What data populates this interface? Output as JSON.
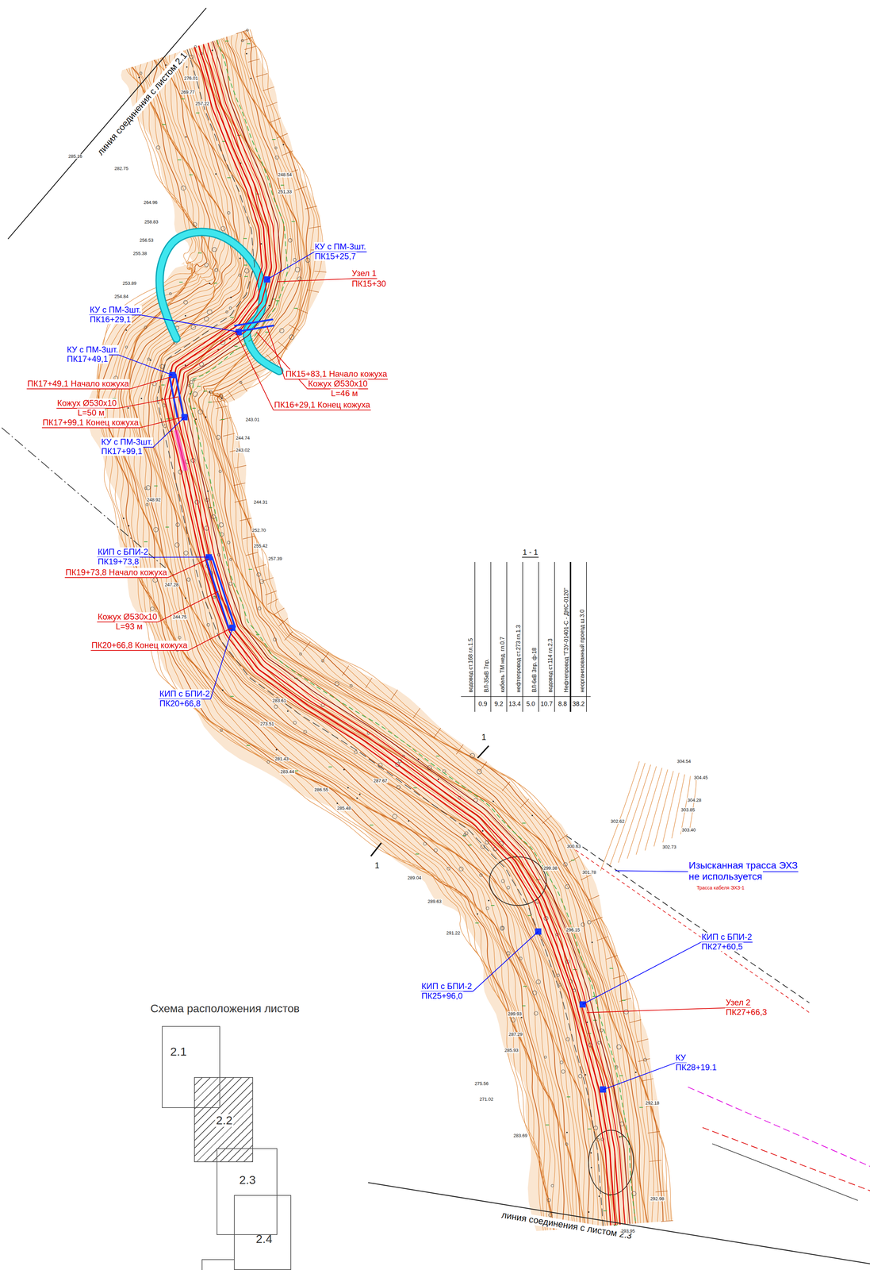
{
  "diagram": {
    "nodes": [
      {
        "text": [
          "2.1"
        ]
      },
      {
        "text": [
          "2.2"
        ]
      },
      {
        "text": [
          "2.3"
        ]
      },
      {
        "text": [
          "2.4"
        ]
      }
    ],
    "labels": [
      "линия соединения с листом 2.1",
      "КУ с ПМ-3шт.",
      "ПК15+25,7",
      "Узел 1",
      "ПК15+30",
      "КУ с ПМ-3шт.",
      "ПК16+29,1",
      "КУ с ПМ-3шт.",
      "ПК17+49,1",
      "ПК15+83,1 Начало кожуха",
      "Кожух Ø530х10",
      "L=46 м",
      "ПК16+29,1 Конец кожуха",
      "ПК17+49,1 Начало кожуха",
      "Кожух Ø530х10",
      "L=50 м",
      "ПК17+99,1 Конец кожуха",
      "КУ с ПМ-3шт.",
      "ПК17+99,1",
      "КИП с БПИ-2",
      "ПК19+73,8",
      "ПК19+73,8 Начало кожуха",
      "Кожух Ø530х10",
      "L=93 м",
      "ПК20+66,8 Конец кожуха",
      "КИП с БПИ-2",
      "ПК20+66,8",
      "1 - 1",
      "водовод ст.168 гл.1.5",
      "ВЛ-35кВ 7пр.",
      "кабель ТМ нед. гл.0.7",
      "нефтепровод ст.273 гл.1.3",
      "ВЛ-6кВ 3пр. ф-18",
      "водовод ст.114 гл.2.3",
      "Нефтепровод \"ГЗУ-01401-С - ДНС-0120\"",
      "неорганизованный проезд ш.3.0",
      "0.9",
      "9.2",
      "13.4",
      "5.0",
      "10.7",
      "8.8",
      "38.2",
      "1",
      "1",
      "Изысканная трасса ЭХЗ",
      "не используется",
      "Трасса кабеля ЭХЗ-1",
      "КИП с БПИ-2",
      "ПК27+60,5",
      "Узел 2",
      "ПК27+66,3",
      "КИП с БПИ-2",
      "ПК25+96,0",
      "КУ",
      "ПК28+19.1",
      "Схема расположения листов",
      "линия соединения с листом 2.3",
      "285.16",
      "282.75",
      "276.01",
      "269.77",
      "257.22",
      "248.54",
      "251.33",
      "264.96",
      "258.83",
      "256.53",
      "255.38",
      "253.89",
      "254.84",
      "243.01",
      "244.74",
      "243.02",
      "248.92",
      "244.31",
      "252.70",
      "255.42",
      "257.39",
      "247.28",
      "244.75",
      "283.61",
      "273.51",
      "281.43",
      "283.44",
      "286.55",
      "285.48",
      "287.67",
      "289.04",
      "289.63",
      "291.22",
      "299.38",
      "300.63",
      "301.78",
      "304.54",
      "304.45",
      "304.28",
      "303.85",
      "303.40",
      "302.62",
      "302.73",
      "296.15",
      "289.93",
      "287.29",
      "285.93",
      "275.56",
      "271.02",
      "283.69",
      "292.18",
      "292.98",
      "293.95"
    ]
  }
}
